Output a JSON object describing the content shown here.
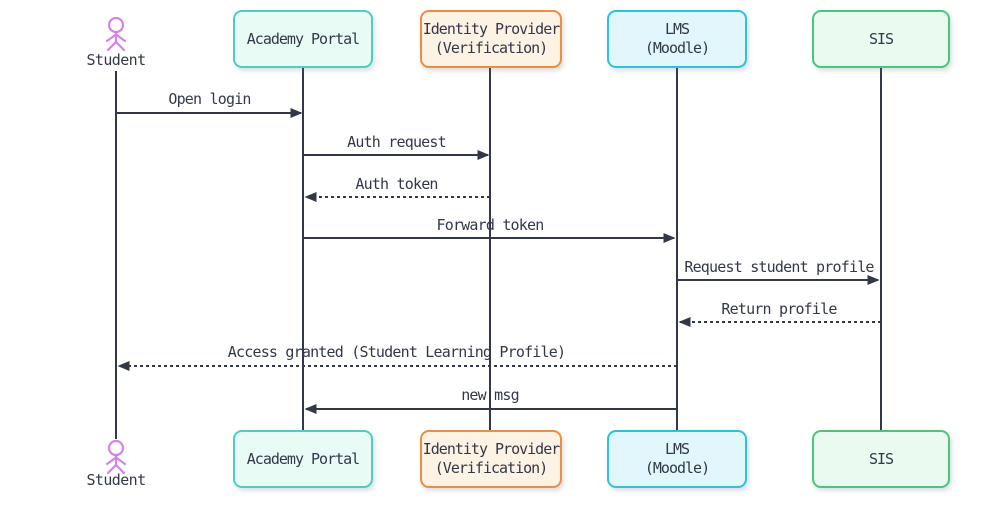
{
  "diagram": {
    "type": "sequence-diagram"
  },
  "colors": {
    "background": "#ffffff",
    "line": "#333849",
    "text": "#333849",
    "actor": "#d583e8",
    "portal_fill": "#e9fbf5",
    "portal_border": "#4ccfc0",
    "idp_fill": "#fdf3e4",
    "idp_border": "#ec8d3f",
    "lms_fill": "#e2f7fb",
    "lms_border": "#2ac3e0",
    "sis_fill": "#eafaf0",
    "sis_border": "#47c878"
  },
  "actors": [
    {
      "id": "student",
      "label": "Student",
      "type": "actor"
    },
    {
      "id": "academy_portal",
      "label": "Academy Portal",
      "type": "participant"
    },
    {
      "id": "identity_provider",
      "label": "Identity Provider\n(Verification)",
      "type": "participant"
    },
    {
      "id": "lms",
      "label": "LMS\n(Moodle)",
      "type": "participant"
    },
    {
      "id": "sis",
      "label": "SIS",
      "type": "participant"
    }
  ],
  "messages": [
    {
      "from": "student",
      "to": "academy_portal",
      "label": "Open login",
      "line": "solid"
    },
    {
      "from": "academy_portal",
      "to": "identity_provider",
      "label": "Auth request",
      "line": "solid"
    },
    {
      "from": "identity_provider",
      "to": "academy_portal",
      "label": "Auth token",
      "line": "dashed"
    },
    {
      "from": "academy_portal",
      "to": "lms",
      "label": "Forward token",
      "line": "solid"
    },
    {
      "from": "lms",
      "to": "sis",
      "label": "Request student profile",
      "line": "solid"
    },
    {
      "from": "sis",
      "to": "lms",
      "label": "Return profile",
      "line": "dashed"
    },
    {
      "from": "lms",
      "to": "student",
      "label": "Access granted (Student Learning Profile)",
      "line": "dashed"
    },
    {
      "from": "lms",
      "to": "academy_portal",
      "label": "new msg",
      "line": "solid"
    }
  ]
}
